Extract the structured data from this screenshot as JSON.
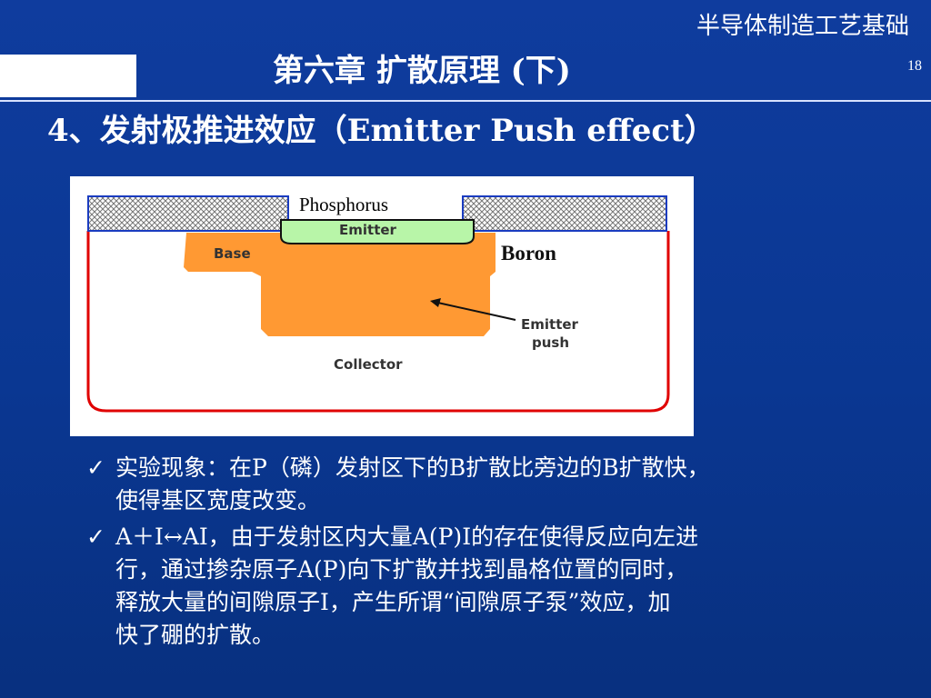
{
  "header": {
    "course": "半导体制造工艺基础",
    "title": "第六章  扩散原理 (下)",
    "page": "18"
  },
  "section": {
    "heading": "4、发射极推进效应（Emitter Push effect）"
  },
  "diagram": {
    "labels": {
      "phosphorus": "Phosphorus",
      "emitter": "Emitter",
      "base": "Base",
      "boron": "Boron",
      "emitter_push": "Emitter",
      "emitter_push_2": "push",
      "collector": "Collector"
    },
    "colors": {
      "base": "#ff9933",
      "emitter": "#b8f5a8",
      "collector_border": "#e00000",
      "mask": "#2f50c8"
    }
  },
  "bullets": [
    {
      "line1": "实验现象：在P（磷）发射区下的B扩散比旁边的B扩散快，",
      "line2": "使得基区宽度改变。"
    },
    {
      "line1": "A＋I↔AI，由于发射区内大量A(P)I的存在使得反应向左进",
      "line2": "行，通过掺杂原子A(P)向下扩散并找到晶格位置的同时，",
      "line3": "释放大量的间隙原子I，产生所谓“间隙原子泵”效应，加",
      "line4": "快了硼的扩散。"
    }
  ]
}
